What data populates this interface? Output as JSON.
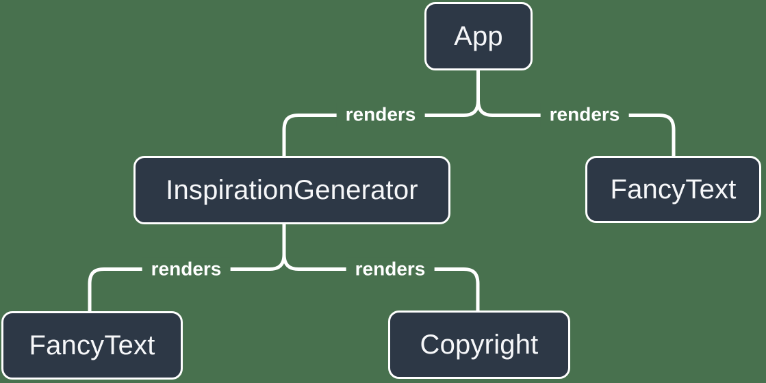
{
  "diagram": {
    "kind": "react-render-tree",
    "nodes": [
      {
        "id": "app",
        "label": "App"
      },
      {
        "id": "inspiration-generator",
        "label": "InspirationGenerator"
      },
      {
        "id": "fancy-text-top",
        "label": "FancyText"
      },
      {
        "id": "fancy-text-bottom",
        "label": "FancyText"
      },
      {
        "id": "copyright",
        "label": "Copyright"
      }
    ],
    "edges": [
      {
        "from": "App",
        "to": "InspirationGenerator",
        "label": "renders"
      },
      {
        "from": "App",
        "to": "FancyText",
        "label": "renders"
      },
      {
        "from": "InspirationGenerator",
        "to": "FancyText",
        "label": "renders"
      },
      {
        "from": "InspirationGenerator",
        "to": "Copyright",
        "label": "renders"
      }
    ],
    "colors": {
      "background": "#48714E",
      "node_fill": "#2D3846",
      "node_border": "#FFFFFF",
      "edge_line": "#FFFFFF",
      "node_text": "#F6F7F9",
      "edge_label_text": "#FFFFFF"
    }
  }
}
